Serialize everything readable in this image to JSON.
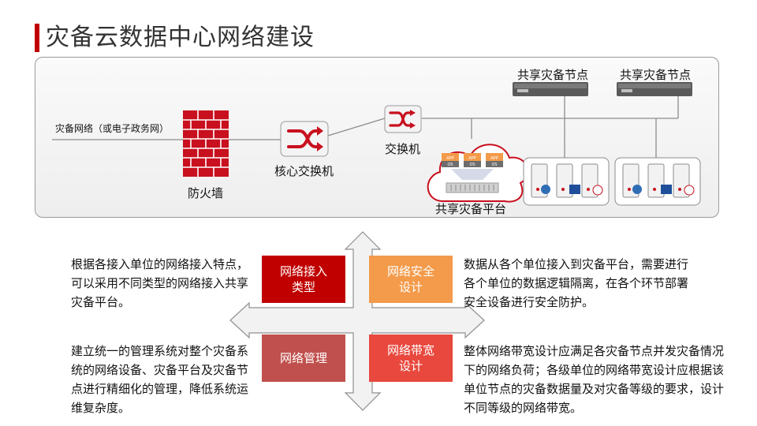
{
  "title": "灾备云数据中心网络建设",
  "diagram": {
    "wan_label": "灾备网络（或电子政务网）",
    "firewall_label": "防火墙",
    "core_switch_label": "核心交换机",
    "switch_label": "交换机",
    "platform_label": "共享灾备平台",
    "node1_label": "共享灾备节点",
    "node2_label": "共享灾备节点",
    "app_tag": "APP",
    "os_tag": "OS"
  },
  "quadrants": {
    "top_left_box": "网络接入\n类型",
    "top_right_box": "网络安全\n设计",
    "bottom_left_box": "网络管理",
    "bottom_right_box": "网络带宽\n设计",
    "top_left_text": "根据各接入单位的网络接入特点，可以采用不同类型的网络接入共享灾备平台。",
    "top_right_text": "数据从各个单位接入到灾备平台，需要进行各个单位的数据逻辑隔离，在各个环节部署安全设备进行安全防护。",
    "bottom_left_text": "建立统一的管理系统对整个灾备系统的网络设备、灾备平台及灾备节点进行精细化的管理，降低系统运维复杂度。",
    "bottom_right_text": "整体网络带宽设计应满足各灾备节点并发灾备情况下的网络负荷；各级单位的网络带宽设计应根据该单位节点的灾备数据量及对灾备等级的要求，设计不同等级的网络带宽。"
  },
  "colors": {
    "accent_red": "#c00000",
    "box_top_left": "#c00000",
    "box_top_right": "#f39b4b",
    "box_bottom_left": "#c0504d",
    "box_bottom_right": "#e8483d"
  }
}
